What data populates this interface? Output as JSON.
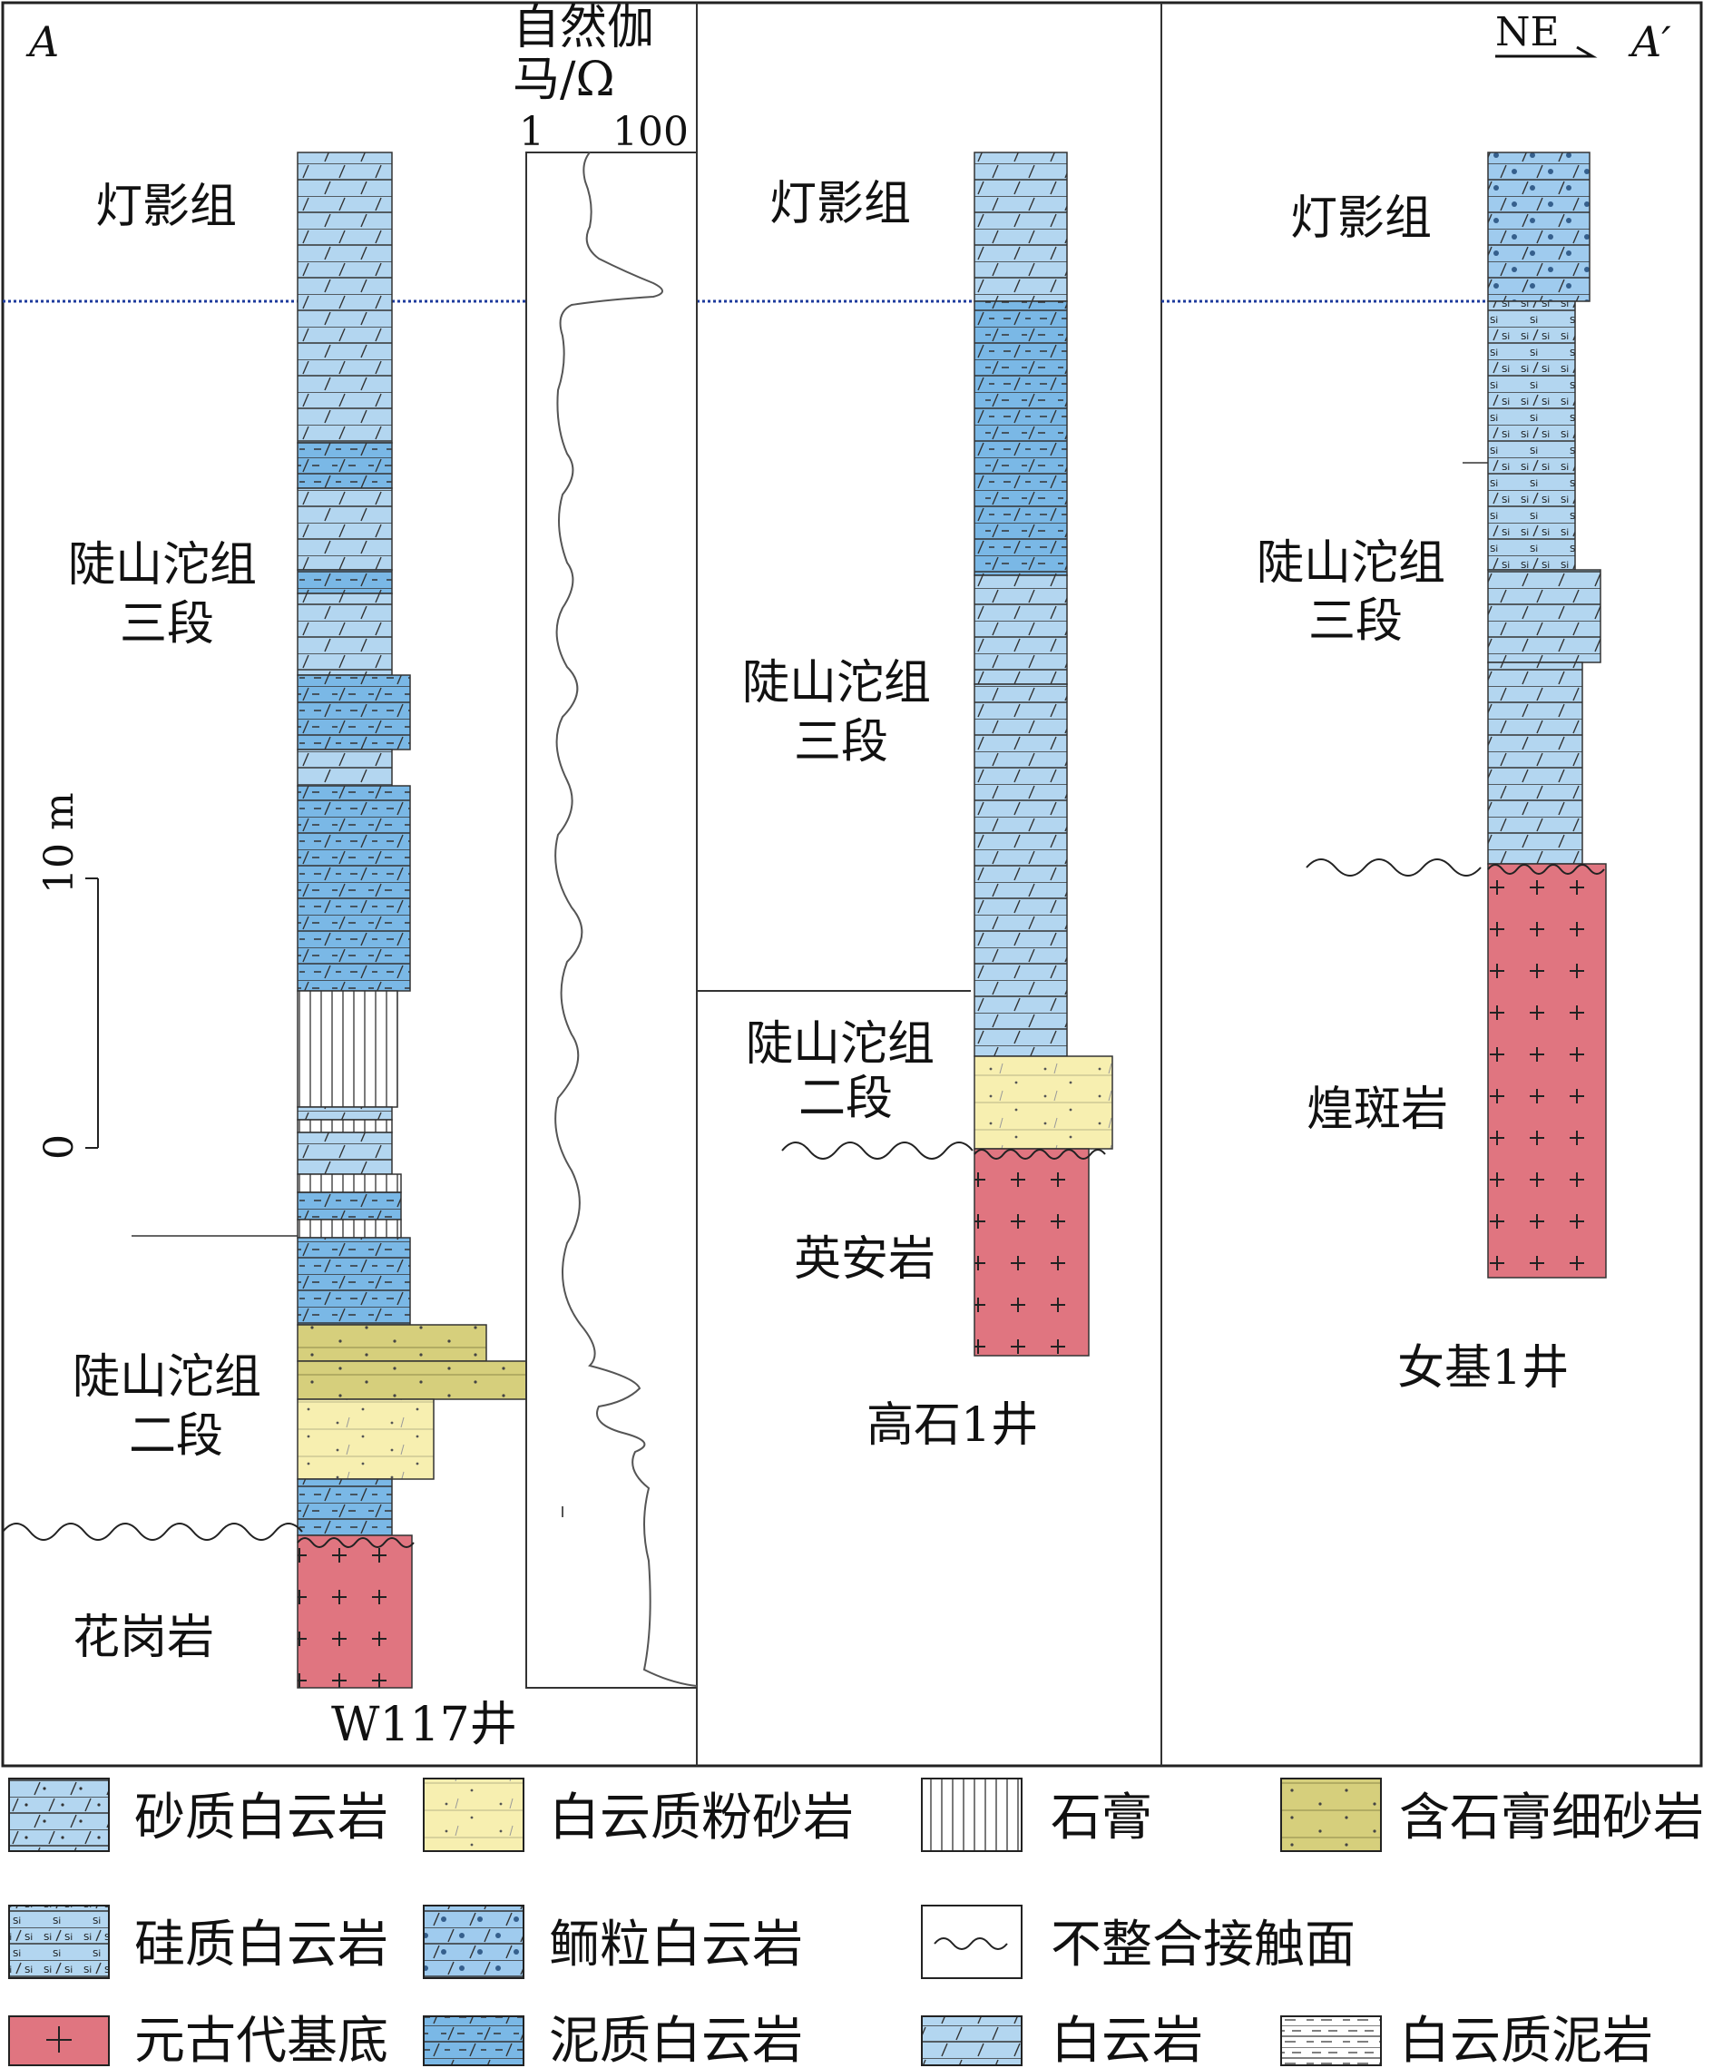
{
  "section": {
    "start_label": "A",
    "end_label": "A′",
    "direction": "NE"
  },
  "gamma_track": {
    "title_line1": "自然伽",
    "title_line2": "马/Ω",
    "scale_min": "1",
    "scale_max": "100"
  },
  "scale_bar": {
    "label": "10 m",
    "zero": "0"
  },
  "wells": [
    {
      "name": "W117井",
      "units": [
        "灯影组",
        "陡山沱组\n三段",
        "陡山沱组\n二段",
        "花岗岩"
      ],
      "basement": "元古代基底",
      "basement_rock": "花岗岩"
    },
    {
      "name": "高石1井",
      "units": [
        "灯影组",
        "陡山沱组\n三段",
        "陡山沱组\n二段",
        "英安岩"
      ],
      "basement": "元古代基底",
      "basement_rock": "英安岩"
    },
    {
      "name": "女基1井",
      "units": [
        "灯影组",
        "陡山沱组\n三段",
        "煌斑岩"
      ],
      "basement": "元古代基底",
      "basement_rock": "煌斑岩"
    }
  ],
  "labels": {
    "w1_dengying": "灯影组",
    "w1_d3_line1": "陡山沱组",
    "w1_d3_line2": "三段",
    "w1_d2_line1": "陡山沱组",
    "w1_d2_line2": "二段",
    "w1_basement": "花岗岩",
    "w1_name": "W117井",
    "w2_dengying": "灯影组",
    "w2_d3_line1": "陡山沱组",
    "w2_d3_line2": "三段",
    "w2_d2_line1": "陡山沱组",
    "w2_d2_line2": "二段",
    "w2_basement": "英安岩",
    "w2_name": "高石1井",
    "w3_dengying": "灯影组",
    "w3_d3_line1": "陡山沱组",
    "w3_d3_line2": "三段",
    "w3_basement": "煌斑岩",
    "w3_name": "女基1井"
  },
  "legend": [
    {
      "key": "sandy-dolomite",
      "label": "砂质白云岩"
    },
    {
      "key": "dolomitic-siltstone",
      "label": "白云质粉砂岩"
    },
    {
      "key": "gypsum",
      "label": "石膏"
    },
    {
      "key": "gypsiferous-sandstone",
      "label": "含石膏细砂岩"
    },
    {
      "key": "siliceous-dolomite",
      "label": "硅质白云岩"
    },
    {
      "key": "oolitic-dolomite",
      "label": "鲕粒白云岩"
    },
    {
      "key": "unconformity",
      "label": "不整合接触面"
    },
    {
      "key": "basement",
      "label": "元古代基底"
    },
    {
      "key": "argillaceous-dolomite",
      "label": "泥质白云岩"
    },
    {
      "key": "dolomite",
      "label": "白云岩"
    },
    {
      "key": "dolomitic-mudstone",
      "label": "白云质泥岩"
    }
  ],
  "colors": {
    "dolomite": "#b3d6f0",
    "argillaceous_dolomite": "#7ab8e6",
    "basement": "#e07580",
    "siltstone": "#f7efb0",
    "gypsiferous_sandstone": "#d6cf7c",
    "datum_line": "#1d3a9c"
  }
}
